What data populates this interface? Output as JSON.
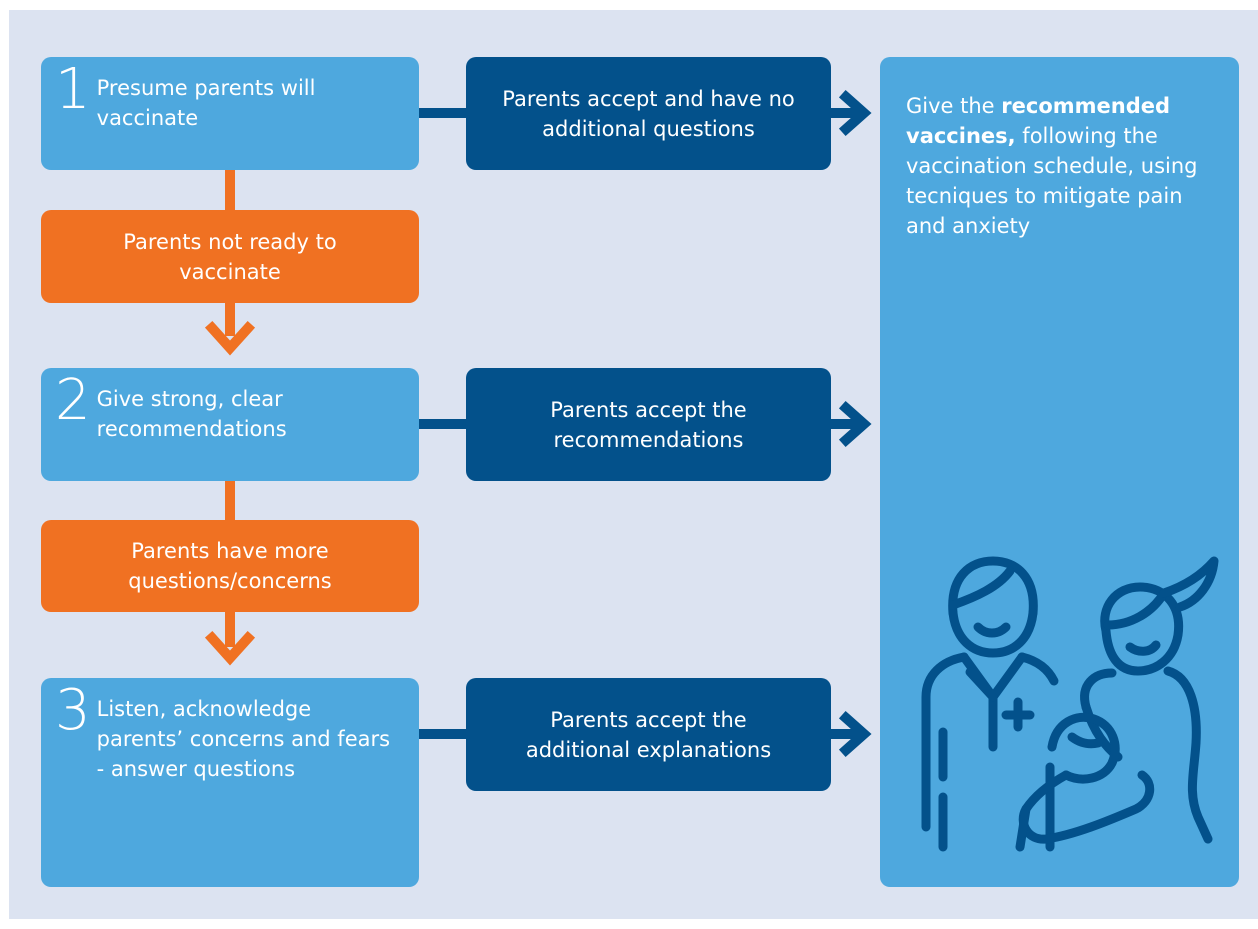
{
  "steps": [
    {
      "number": "1",
      "text": "Presume parents will vaccinate"
    },
    {
      "number": "2",
      "text": "Give strong, clear recommendations"
    },
    {
      "number": "3",
      "text": "Listen, acknowledge parents’ concerns and fears - answer questions"
    }
  ],
  "branches": [
    {
      "text": "Parents not ready to vaccinate"
    },
    {
      "text": "Parents have more questions/concerns"
    }
  ],
  "acceptances": [
    {
      "text": "Parents accept and have no additional questions"
    },
    {
      "text": "Parents accept the recommendations"
    },
    {
      "text": "Parents accept the additional explanations"
    }
  ],
  "result": {
    "prefix": "Give the ",
    "bold": "recommended vaccines,",
    "suffix": " following the vaccination schedule, using tecniques to mitigate pain and anxiety"
  },
  "colors": {
    "background": "#dce3f1",
    "step_box": "#4ea8de",
    "branch_box": "#f07122",
    "accept_box": "#03518b",
    "icon_stroke": "#03518b"
  },
  "icon": "doctor-parent-baby-icon"
}
